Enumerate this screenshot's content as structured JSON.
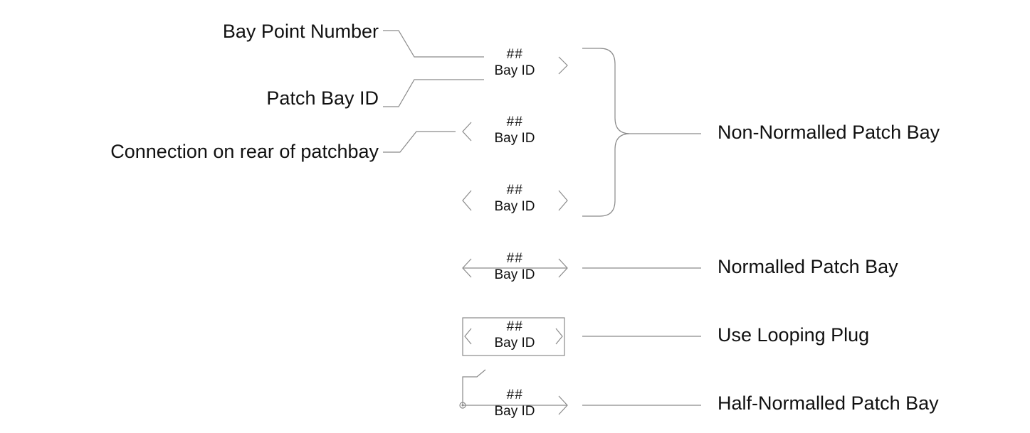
{
  "left_labels": {
    "bay_point_number": "Bay Point Number",
    "patch_bay_id": "Patch Bay ID",
    "connection_rear": "Connection on rear of patchbay"
  },
  "right_labels": {
    "non_normalled": "Non-Normalled Patch Bay",
    "normalled": "Normalled Patch Bay",
    "looping_plug": "Use Looping Plug",
    "half_normalled": "Half-Normalled Patch Bay"
  },
  "symbols": [
    {
      "number": "##",
      "bay_id": "Bay ID"
    },
    {
      "number": "##",
      "bay_id": "Bay ID"
    },
    {
      "number": "##",
      "bay_id": "Bay ID"
    },
    {
      "number": "##",
      "bay_id": "Bay ID"
    },
    {
      "number": "##",
      "bay_id": "Bay ID"
    },
    {
      "number": "##",
      "bay_id": "Bay ID"
    }
  ],
  "colors": {
    "line": "#8a8a8a",
    "text": "#111111",
    "background": "#ffffff"
  }
}
